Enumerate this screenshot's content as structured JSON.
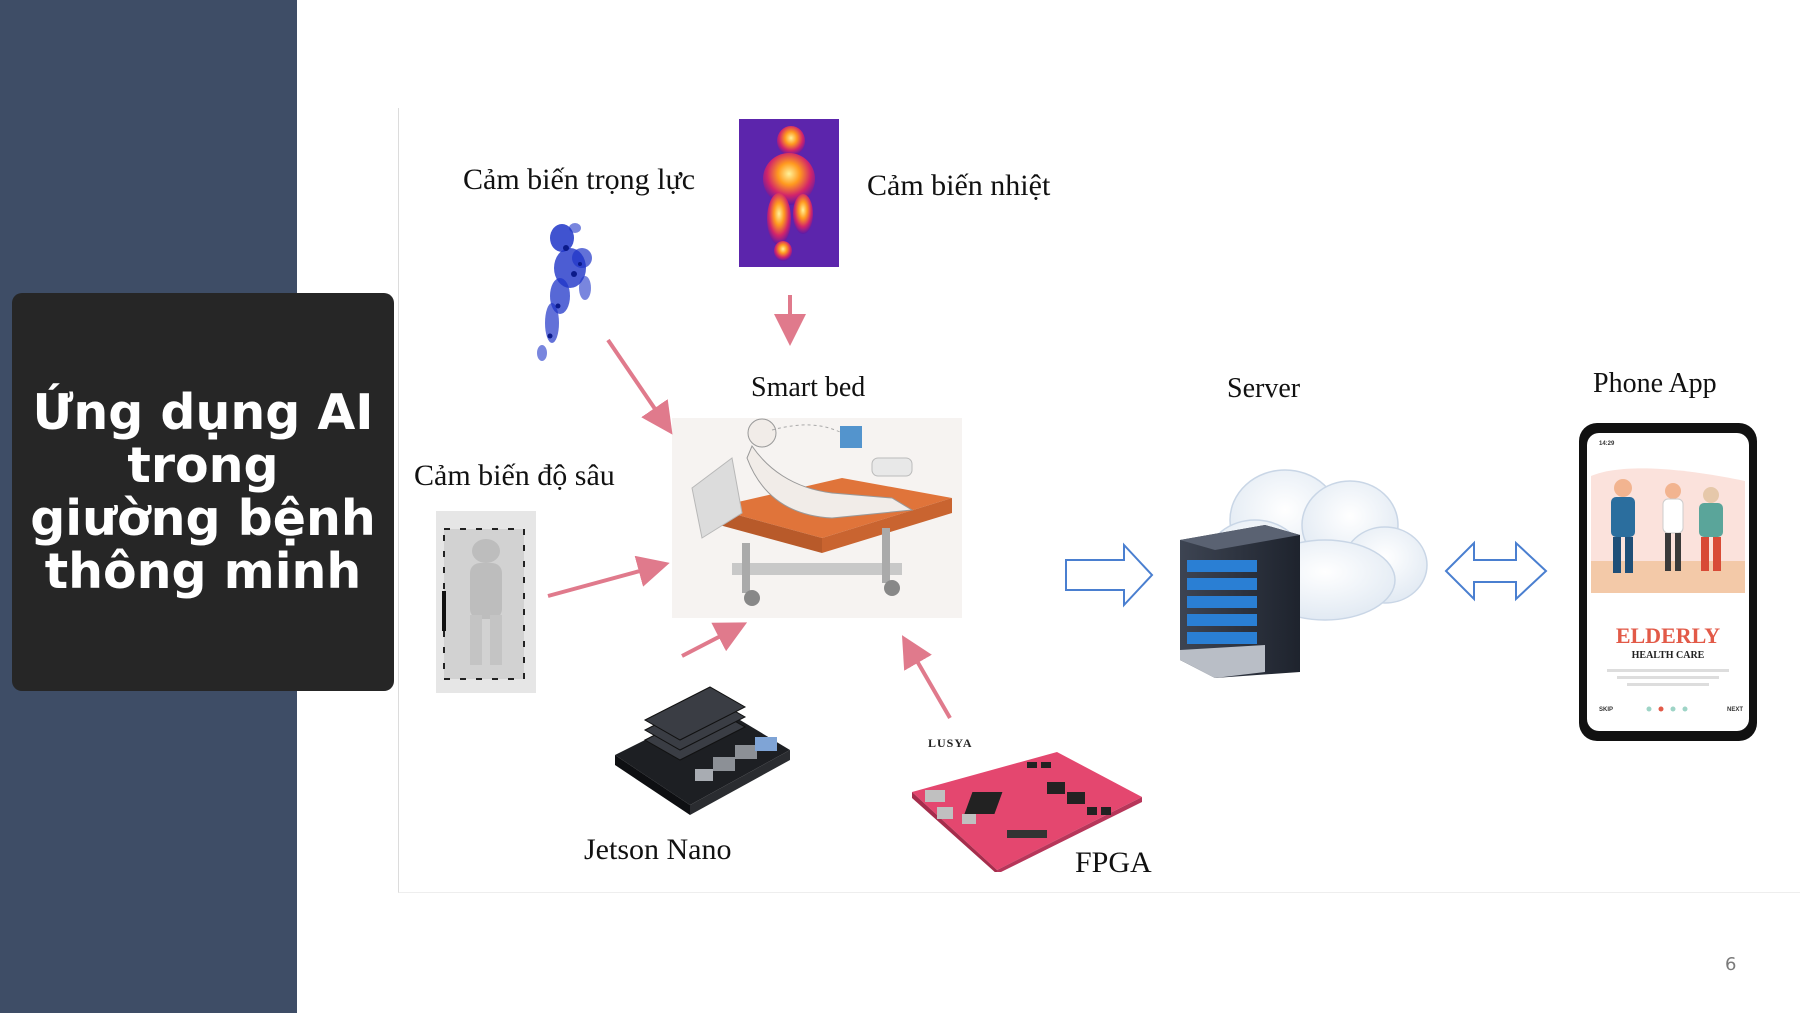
{
  "slide": {
    "title": "Ứng dụng AI trong giường bệnh thông minh",
    "page_number": "6"
  },
  "diagram": {
    "labels": {
      "weight_sensor": "Cảm biến trọng lực",
      "thermal_sensor": "Cảm biến nhiệt",
      "depth_sensor": "Cảm biến độ sâu",
      "smart_bed": "Smart bed",
      "server": "Server",
      "phone_app": "Phone App",
      "jetson": "Jetson Nano",
      "fpga": "FPGA",
      "fpga_brand": "LUSYA"
    },
    "phone": {
      "brand": "ELDERLY",
      "subtitle": "HEALTH CARE",
      "skip": "SKIP",
      "next": "NEXT",
      "time": "14:29"
    }
  },
  "colors": {
    "sidebar": "#3e4d66",
    "title_box": "#262626",
    "arrow_pink": "#e07a8c",
    "arrow_blue": "#4a7fd0",
    "brand_red": "#e25a48"
  }
}
